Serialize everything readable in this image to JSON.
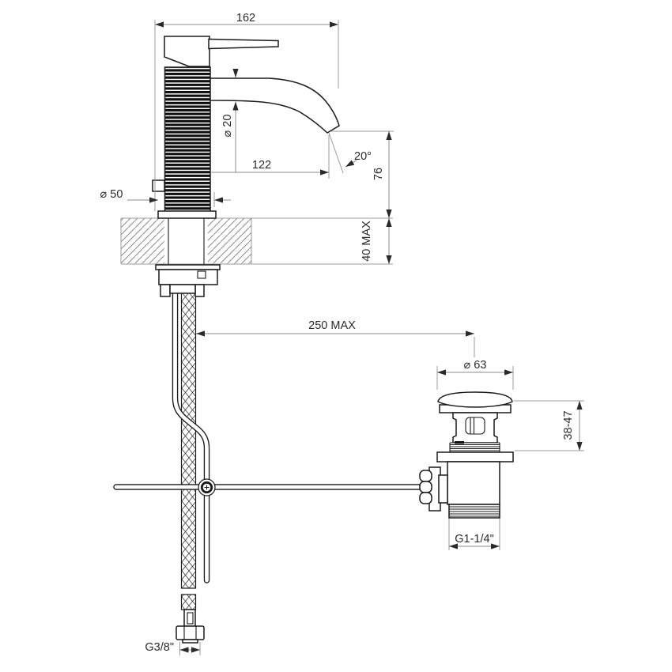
{
  "drawing": {
    "type": "faucet-technical-drawing",
    "colors": {
      "background": "#ffffff",
      "part_line": "#1a1a1a",
      "dimension_line": "#8b8b8b",
      "text": "#2a2a2a"
    },
    "dims": {
      "total_width": "162",
      "spout_diameter": "⌀ 20",
      "spout_reach": "122",
      "spout_angle": "20°",
      "spout_height": "76",
      "base_diameter": "⌀ 50",
      "deck_thickness": "40 MAX",
      "rod_reach": "250 MAX",
      "waste_cap_diameter": "⌀ 63",
      "waste_height_range": "38-47",
      "waste_thread": "G1-1/4\"",
      "supply_thread": "G3/8\""
    }
  }
}
